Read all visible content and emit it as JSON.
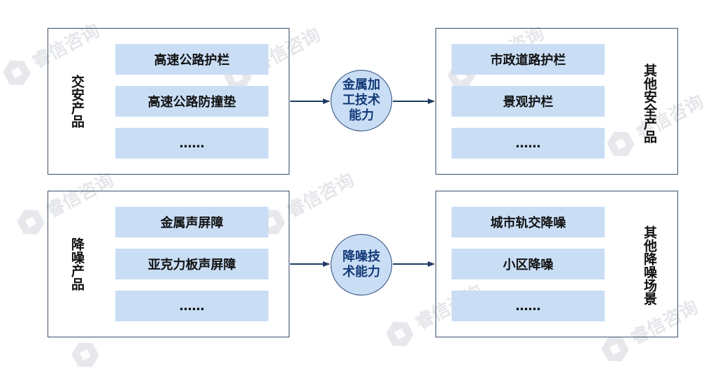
{
  "watermark": {
    "text": "睿信咨询",
    "icon": "hexagon-logo-icon",
    "color": "#d3d6dc"
  },
  "rows": [
    {
      "left_label": "交安产品",
      "left_items": [
        "高速公路护栏",
        "高速公路防撞垫",
        "……"
      ],
      "hub_lines": [
        "金属加",
        "工技术",
        "能力"
      ],
      "right_items": [
        "市政道路护栏",
        "景观护栏",
        "……"
      ],
      "right_label": "其他安全产品"
    },
    {
      "left_label": "降噪产品",
      "left_items": [
        "金属声屏障",
        "亚克力板声屏障",
        "……"
      ],
      "hub_lines": [
        "降噪技",
        "术能力"
      ],
      "right_items": [
        "城市轨交降噪",
        "小区降噪",
        "……"
      ],
      "right_label": "其他降噪场景"
    }
  ],
  "colors": {
    "item_fill": "#c9def5",
    "panel_border": "#3a4f66",
    "hub_text": "#143a78",
    "arrow": "#1f3a63"
  }
}
